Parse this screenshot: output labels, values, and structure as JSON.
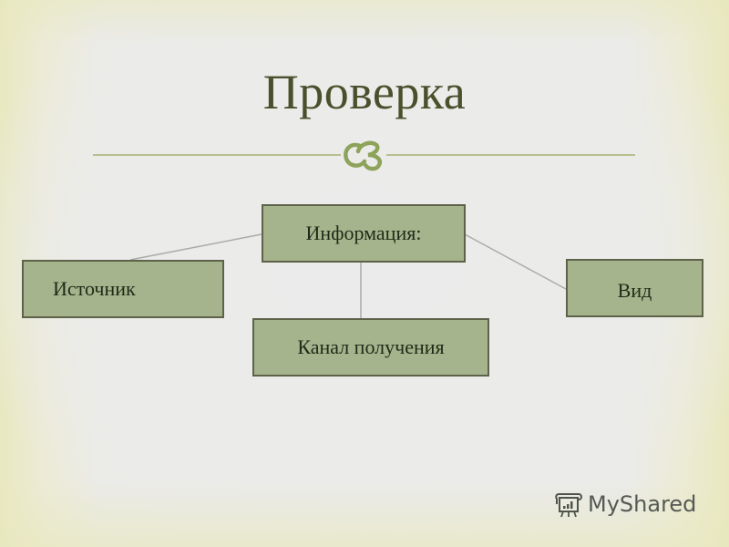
{
  "slide": {
    "title": "Проверка",
    "divider_ornament": "ଓ",
    "colors": {
      "title_text": "#4a4f2c",
      "divider_line": "#b5c08f",
      "ornament": "#8ea35a",
      "box_fill": "#a6b48e",
      "box_border": "#5d6248",
      "box_text": "#1f2a16",
      "connector": "#a9aca6",
      "background": "#ebebe9",
      "border_tint": "#e8e8bf"
    }
  },
  "diagram": {
    "nodes": [
      {
        "id": "info",
        "label": "Информация:",
        "role": "center"
      },
      {
        "id": "source",
        "label": "Источник",
        "role": "branch"
      },
      {
        "id": "type",
        "label": "Вид",
        "role": "branch"
      },
      {
        "id": "channel",
        "label": "Канал получения",
        "role": "branch"
      }
    ],
    "edges": [
      {
        "from": "info",
        "to": "source"
      },
      {
        "from": "info",
        "to": "type"
      },
      {
        "from": "info",
        "to": "channel"
      }
    ]
  },
  "watermark": {
    "icon": "presentation-board-icon",
    "text": "MyShared"
  }
}
